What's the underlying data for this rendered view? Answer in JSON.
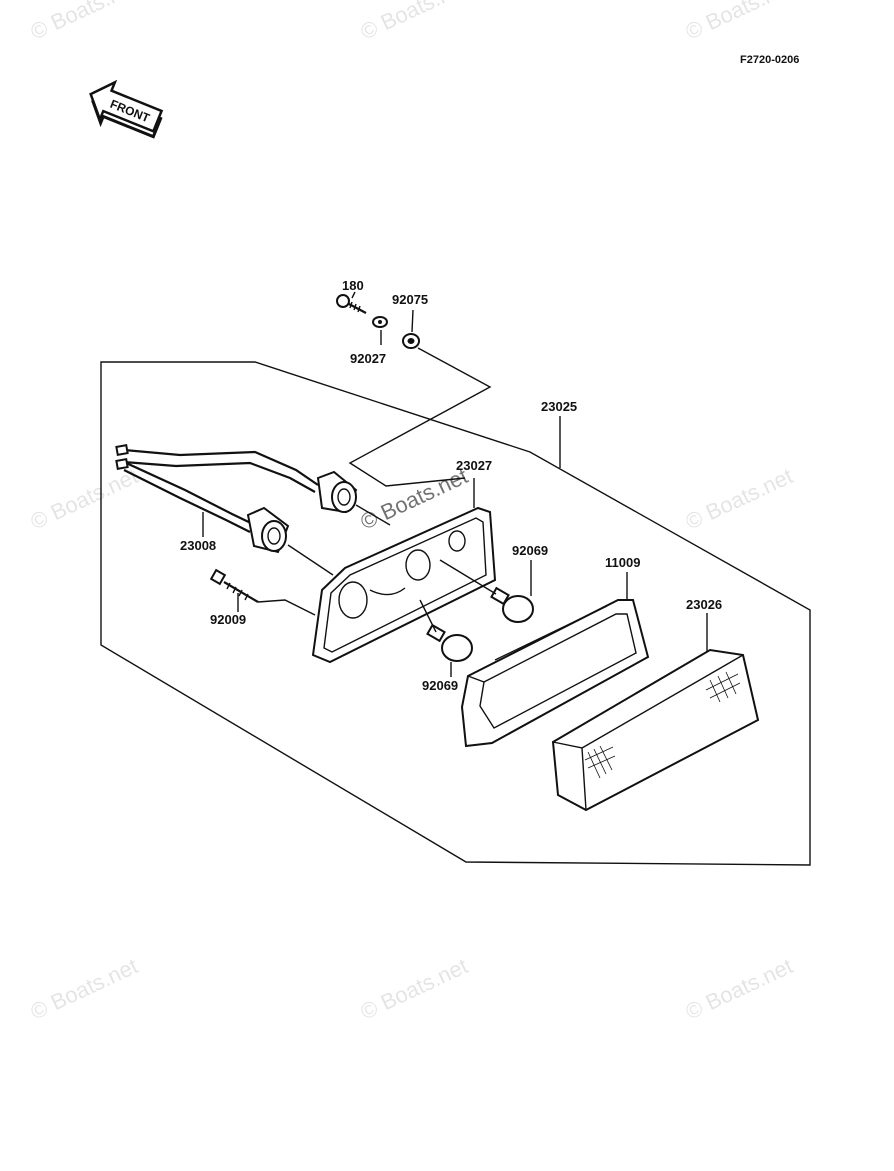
{
  "diagram_code": "F2720-0206",
  "front_label": "FRONT",
  "parts": {
    "p180": "180",
    "p92075": "92075",
    "p92027": "92027",
    "p23025": "23025",
    "p23027": "23027",
    "p23008": "23008",
    "p92069_upper": "92069",
    "p11009": "11009",
    "p23026": "23026",
    "p92009": "92009",
    "p92069_lower": "92069"
  },
  "watermark": "© Boats.net"
}
